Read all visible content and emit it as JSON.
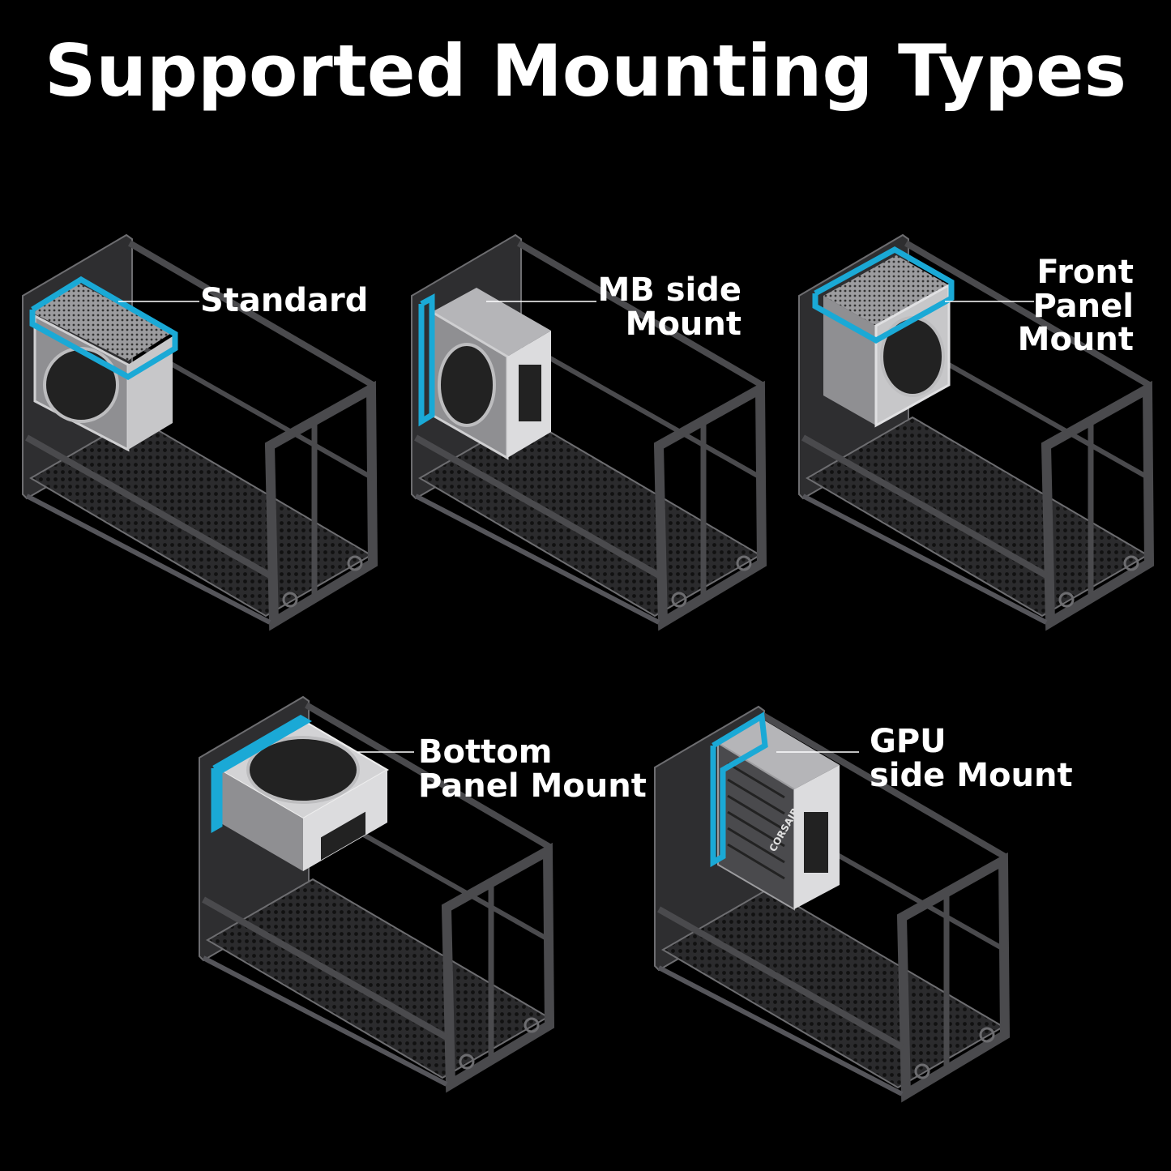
{
  "title": "Supported Mounting Types",
  "colors": {
    "background": "#000000",
    "frame": "#3e3e40",
    "frame_edge": "#6d6d70",
    "mesh": "#5a5a5d",
    "psu_body": "#c7c7c9",
    "highlight": "#1aa9d6",
    "text": "#ffffff"
  },
  "mounts": [
    {
      "id": "standard",
      "lines": [
        "Standard"
      ]
    },
    {
      "id": "mb-side",
      "lines": [
        "MB side",
        "Mount"
      ]
    },
    {
      "id": "front-panel",
      "lines": [
        "Front",
        "Panel",
        "Mount"
      ]
    },
    {
      "id": "bottom-panel",
      "lines": [
        "Bottom",
        "Panel Mount"
      ]
    },
    {
      "id": "gpu-side",
      "lines": [
        "GPU",
        "side Mount"
      ]
    }
  ],
  "psu_brand": "CORSAIR"
}
